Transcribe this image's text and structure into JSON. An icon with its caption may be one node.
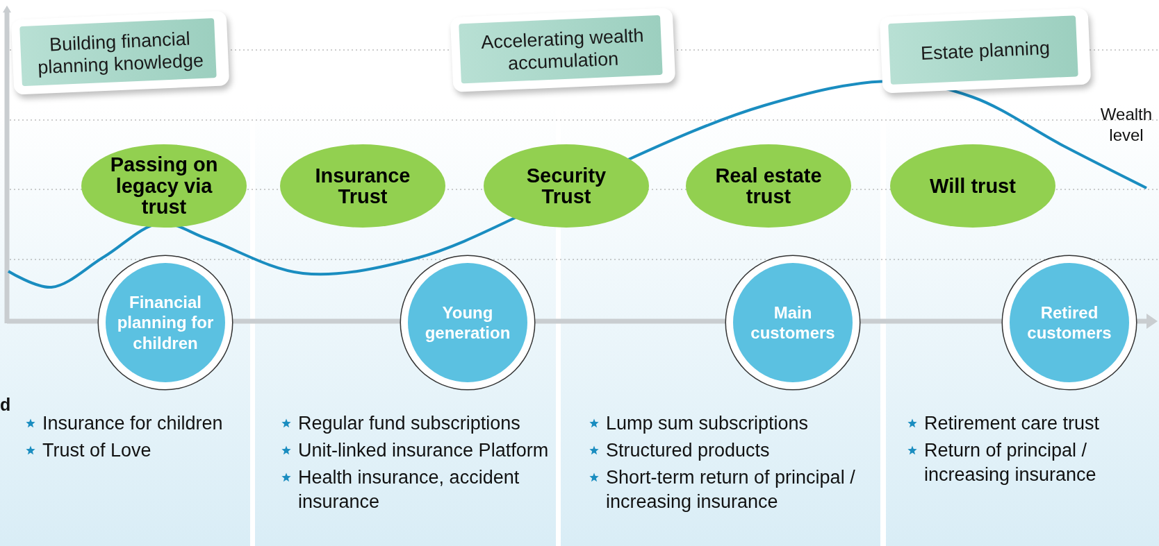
{
  "diagram": {
    "nodes": [
      {
        "text": [
          "Building financial planning knowledge"
        ]
      },
      {
        "text": [
          "Accelerating wealth accumulation"
        ]
      },
      {
        "text": [
          "Estate planning"
        ]
      },
      {
        "text": [
          "Passing on legacy via trust"
        ]
      },
      {
        "text": [
          "Insurance Trust"
        ]
      },
      {
        "text": [
          "Security Trust"
        ]
      },
      {
        "text": [
          "Real estate trust"
        ]
      },
      {
        "text": [
          "Will trust"
        ]
      },
      {
        "text": [
          "Financial planning for children"
        ]
      },
      {
        "text": [
          "Young generation"
        ]
      },
      {
        "text": [
          "Main customers"
        ]
      },
      {
        "text": [
          "Retired customers"
        ]
      }
    ],
    "labels": [
      "Wealth level",
      "d",
      "Insurance for children",
      "Trust of Love",
      "Regular fund subscriptions",
      "Unit-linked insurance Platform",
      "Health insurance, accident insurance",
      "Lump sum subscriptions",
      "Structured products",
      "Short-term return of principal / increasing insurance",
      "Retirement care trust",
      "Return of principal / increasing insurance"
    ]
  }
}
